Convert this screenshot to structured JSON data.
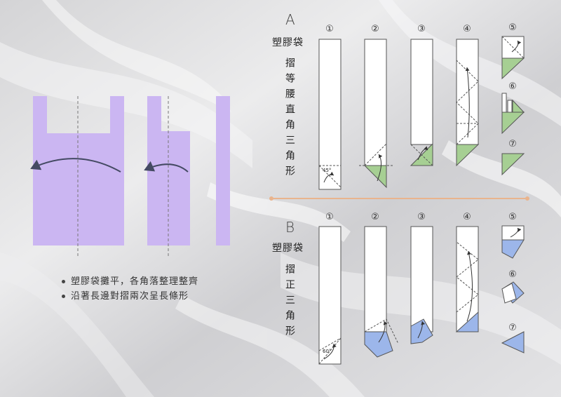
{
  "instructions": [
    "塑膠袋攤平，各角落整理整齊",
    "沿著長邊對摺兩次呈長條形"
  ],
  "section_a": {
    "letter": "A",
    "subtitle": "塑膠袋",
    "vertical": "摺等腰直角三角形",
    "steps": [
      "①",
      "②",
      "③",
      "④",
      "⑤",
      "⑥",
      "⑦"
    ],
    "angle_label": "45°",
    "fill_color": "#a6cf93"
  },
  "section_b": {
    "letter": "B",
    "subtitle": "塑膠袋",
    "vertical": "摺正三角形",
    "steps": [
      "①",
      "②",
      "③",
      "④",
      "⑤",
      "⑥",
      "⑦"
    ],
    "angle_label": "60°",
    "fill_color": "#9cb6ea"
  },
  "colors": {
    "bag": "#cbb6f2",
    "divider": "#e9b48d",
    "arrow": "#444a63"
  }
}
